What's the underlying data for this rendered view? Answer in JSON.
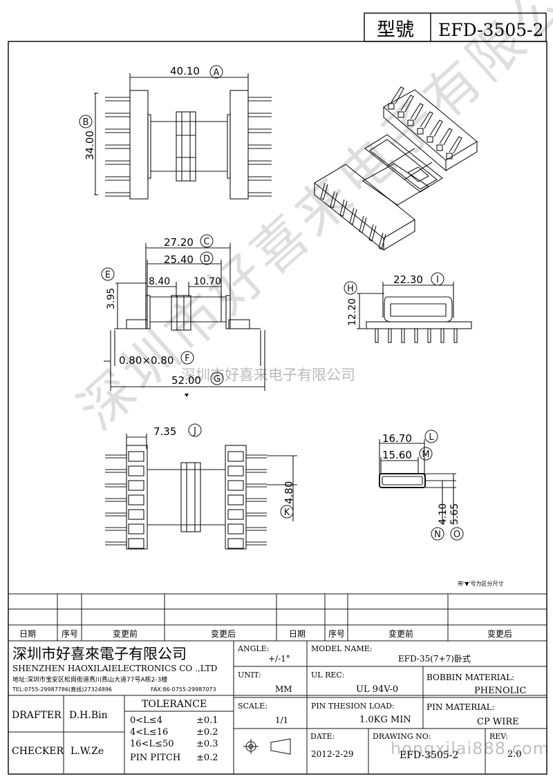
{
  "title_block": {
    "model_label": "型號",
    "model_value": "EFD-3505-2"
  },
  "dims": {
    "a": "40.10",
    "b": "34.00",
    "c": "27.20",
    "d": "25.40",
    "e": "3.95",
    "d840": "8.40",
    "d1070": "10.70",
    "f": "0.80×0.80",
    "g": "52.00",
    "h": "12.20",
    "i": "22.30",
    "j": "7.35",
    "k": "4.80",
    "l": "16.70",
    "m": "15.60",
    "n": "4.10",
    "o": "5.65"
  },
  "callouts": [
    "A",
    "B",
    "C",
    "D",
    "E",
    "F",
    "G",
    "H",
    "I",
    "J",
    "K",
    "L",
    "M",
    "N",
    "O"
  ],
  "note": "带'▼'号为区分尺寸",
  "revision_table": {
    "headers": [
      "日期",
      "序号",
      "变更前",
      "变更后",
      "日期",
      "序号",
      "变更前",
      "变更后"
    ]
  },
  "company": {
    "name_cn": "深圳市好喜來電子有限公司",
    "name_en": "SHENZHEN HAOXILAIELECTRONICS CO .,LTD",
    "address": "地址:深圳市宝安区松岗街道燕川燕山大道77号A栋2-3楼",
    "tel": "TEL:0755-29987786(直线)27324896",
    "fax": "FAX:86-0755-29987073"
  },
  "fields": {
    "angle_label": "ANGLE:",
    "angle_value": "+/-1°",
    "model_name_label": "MODEL NAME:",
    "model_name_value": "EFD-35(7+7)卧式",
    "unit_label": "UNIT:",
    "unit_value": "MM",
    "ul_label": "UL REC:",
    "ul_value": "UL 94V-0",
    "bobbin_label": "BOBBIN MATERIAL:",
    "bobbin_value": "PHENOLIC",
    "scale_label": "SCALE:",
    "scale_value": "1/1",
    "pin_load_label": "PIN THESION LOAD:",
    "pin_load_value": "1.0KG MIN",
    "pin_mat_label": "PIN MATERIAL:",
    "pin_mat_value": "CP  WIRE",
    "date_label": "DATE:",
    "date_value": "2012-2-29",
    "drawing_label": "DRAWING NO:",
    "drawing_value": "EFD-3505-2",
    "rev_label": "REV:",
    "rev_value": "2.0",
    "drafter_label": "DRAFTER",
    "drafter_value": "D.H.Bin",
    "checker_label": "CHECKER",
    "checker_value": "L.W.Ze"
  },
  "tolerance": {
    "title": "TOLERANCE",
    "rows": [
      {
        "range": "0<L≤4",
        "value": "±0.1"
      },
      {
        "range": "4<L≤16",
        "value": "±0.2"
      },
      {
        "range": "16<L≤50",
        "value": "±0.3"
      },
      {
        "range": "PIN PITCH",
        "value": "±0.2"
      }
    ]
  },
  "watermarks": {
    "diag": "深圳市好喜来电子有限公司",
    "mid": "深圳市好喜来电子有限公司",
    "web": "hongxilai888.com"
  }
}
